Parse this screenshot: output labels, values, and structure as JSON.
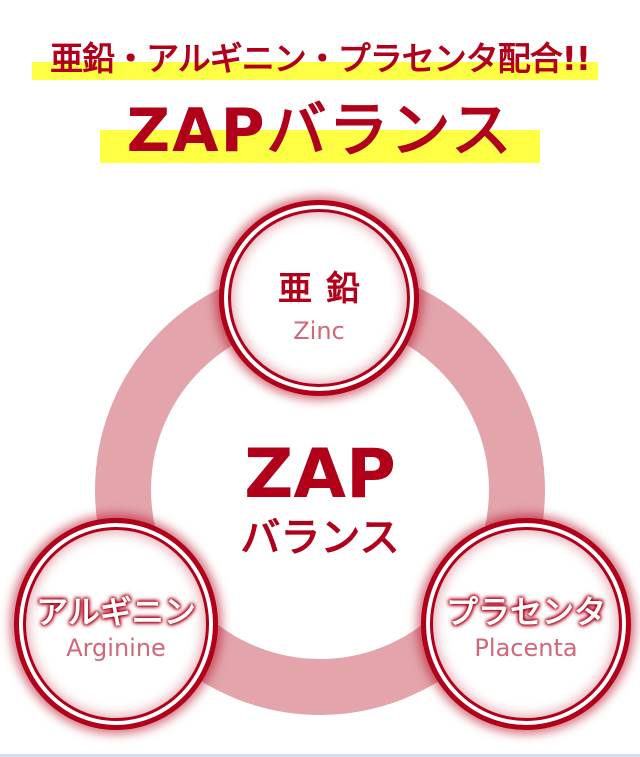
{
  "headline": {
    "line1": "亜鉛・アルギニン・プラセンタ配合!!",
    "line2": "ZAPバランス"
  },
  "center": {
    "line1": "ZAP",
    "line2": "バランス"
  },
  "nodes": [
    {
      "jp": "亜鉛",
      "en": "Zinc"
    },
    {
      "jp": "アルギニン",
      "en": "Arginine"
    },
    {
      "jp": "プラセンタ",
      "en": "Placenta"
    }
  ],
  "colors": {
    "primary_red": "#b0001a",
    "ring_pink": "#e3a4ab",
    "highlight_yellow": "#ffff44",
    "english_text": "#d06878"
  }
}
